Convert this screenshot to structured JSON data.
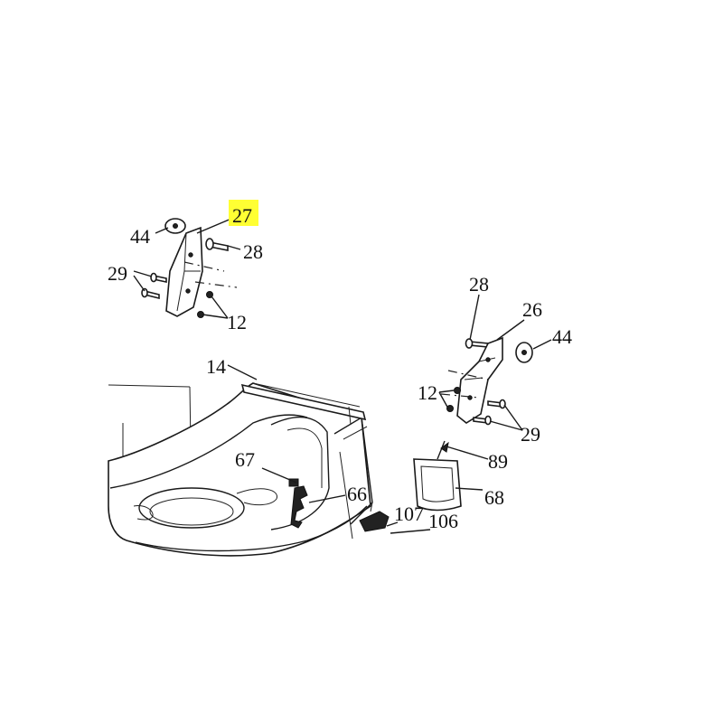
{
  "colors": {
    "highlight": "#ffff33",
    "ink": "#1a1a1a",
    "background": "#ffffff"
  },
  "labels": {
    "left_bracket": {
      "part_44": "44",
      "part_27": "27",
      "part_28": "28",
      "part_29": "29",
      "part_12": "12"
    },
    "right_bracket": {
      "part_28": "28",
      "part_26": "26",
      "part_44": "44",
      "part_12": "12",
      "part_29": "29"
    },
    "deck": {
      "part_14": "14",
      "part_67": "67",
      "part_66": "66",
      "part_107": "107",
      "part_106": "106",
      "part_89": "89",
      "part_68": "68"
    }
  },
  "highlighted_part": "27"
}
